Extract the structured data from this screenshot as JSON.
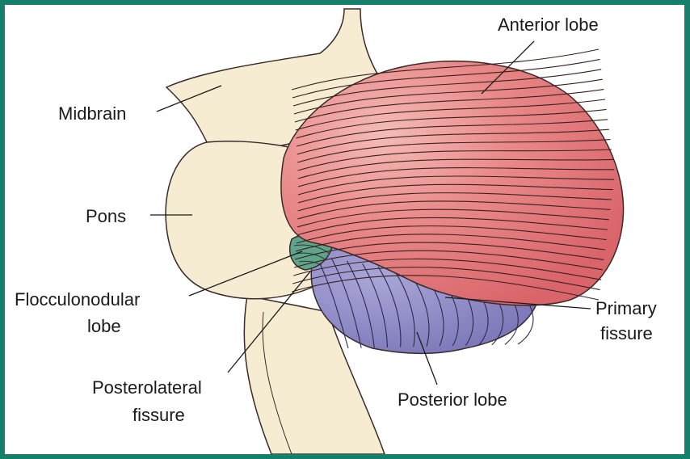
{
  "labels": {
    "anterior_lobe": "Anterior lobe",
    "midbrain": "Midbrain",
    "pons": "Pons",
    "flocculonodular_line1": "Flocculonodular",
    "flocculonodular_line2": "lobe",
    "primary_line1": "Primary",
    "primary_line2": "fissure",
    "posterolateral_line1": "Posterolateral",
    "posterolateral_line2": "fissure",
    "posterior_lobe": "Posterior lobe"
  },
  "colors": {
    "frame": "#167f6c",
    "brainstem": "#f6ecd2",
    "anterior_lobe": "#e4787a",
    "anterior_highlight": "#f3b4b0",
    "posterior_lobe": "#8a86c2",
    "flocculonodular": "#5fa58c",
    "outline": "#3a2a2a"
  }
}
